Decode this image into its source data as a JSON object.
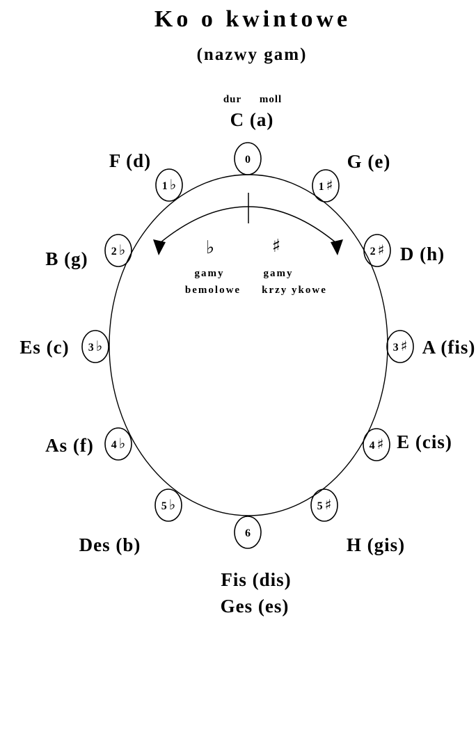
{
  "colors": {
    "background": "#ffffff",
    "ink": "#000000"
  },
  "header": {
    "title": "Ko o kwintowe",
    "subtitle": "(nazwy gam)"
  },
  "modes": {
    "dur": "dur",
    "moll": "moll"
  },
  "scales": {
    "c": "C (a)",
    "g": "G (e)",
    "d": "D (h)",
    "a": "A (fis)",
    "e": "E (cis)",
    "h": "H (gis)",
    "fis": "Fis (dis)",
    "ges": "Ges (es)",
    "des": "Des (b)",
    "as": "As (f)",
    "es": "Es (c)",
    "b": "B (g)",
    "f": "F (d)"
  },
  "badges": [
    {
      "num": "0",
      "acc": ""
    },
    {
      "num": "1",
      "acc": "♯"
    },
    {
      "num": "2",
      "acc": "♯"
    },
    {
      "num": "3",
      "acc": "♯"
    },
    {
      "num": "4",
      "acc": "♯"
    },
    {
      "num": "5",
      "acc": "♯"
    },
    {
      "num": "6",
      "acc": ""
    },
    {
      "num": "5",
      "acc": "♭"
    },
    {
      "num": "4",
      "acc": "♭"
    },
    {
      "num": "3",
      "acc": "♭"
    },
    {
      "num": "2",
      "acc": "♭"
    },
    {
      "num": "1",
      "acc": "♭"
    }
  ],
  "center": {
    "flat_sign": "♭",
    "sharp_sign": "♯",
    "flat_caption_line1": "gamy",
    "flat_caption_line2": "bemolowe",
    "sharp_caption_line1": "gamy",
    "sharp_caption_line2": "krzy ykowe"
  }
}
